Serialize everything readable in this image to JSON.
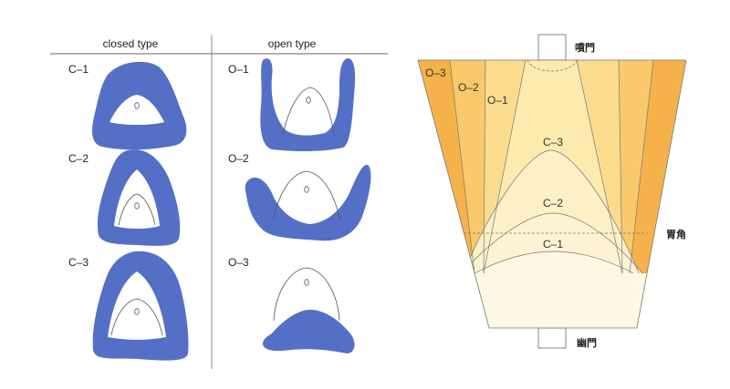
{
  "left_panel": {
    "header_closed": "closed type",
    "header_open": "open type",
    "closed": [
      {
        "label": "C–1"
      },
      {
        "label": "C–2"
      },
      {
        "label": "C–3"
      }
    ],
    "open": [
      {
        "label": "O–1"
      },
      {
        "label": "O–2"
      },
      {
        "label": "O–3"
      }
    ]
  },
  "right_panel": {
    "top_label": "噴門",
    "bottom_label": "幽門",
    "angle_label": "胃角",
    "regions": {
      "o3": "O–3",
      "o2": "O–2",
      "o1": "O–1",
      "c3": "C–3",
      "c2": "C–2",
      "c1": "C–1"
    }
  },
  "colors": {
    "blob": "#5470c6",
    "o3": "#f5b24a",
    "o2": "#f9c96b",
    "o1": "#fbdc8f",
    "c3": "#fde9ab",
    "c2": "#fdf0c6",
    "c1": "#fdf5da",
    "base": "#fdf8e8"
  }
}
